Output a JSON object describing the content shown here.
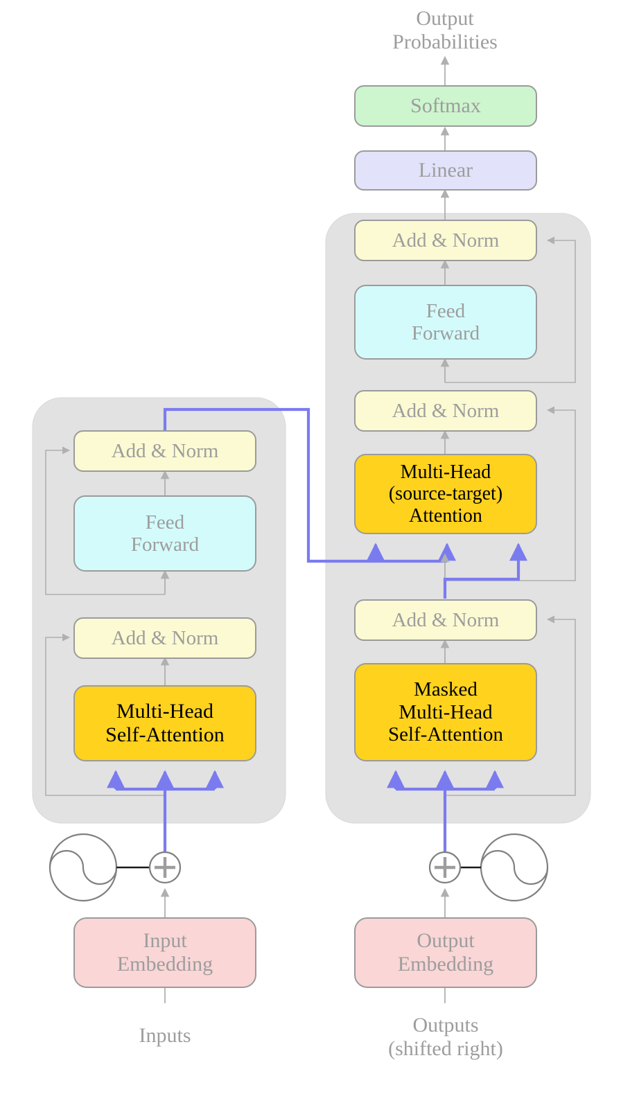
{
  "figure": {
    "title": "Transformer encoder-decoder architecture",
    "type": "diagram"
  },
  "colors": {
    "panel": "#e2e2e2",
    "panel_border": "#d2d2d2",
    "attention_fill": "#ffd21e",
    "addnorm_fill": "#fcfad2",
    "feedforward_fill": "#d4fbfb",
    "embedding_fill": "#fad6d6",
    "linear_fill": "#e2e2fa",
    "softmax_fill": "#cdf5ce",
    "box_border": "#9b9b9b",
    "gray_arrow": "#b0b0b0",
    "purple_arrow": "#7b7bf0",
    "gray_text": "#9d9d9d",
    "black_text": "#000000",
    "black_line": "#1a1a1a"
  },
  "labels": {
    "output_probabilities": "Output\nProbabilities",
    "inputs": "Inputs",
    "outputs_shifted": "Outputs\n(shifted right)"
  },
  "encoder": {
    "blocks": [
      {
        "id": "enc-add-norm-2",
        "label": "Add & Norm",
        "kind": "add-norm"
      },
      {
        "id": "enc-feed-forward",
        "label": "Feed\nForward",
        "kind": "feed-forward"
      },
      {
        "id": "enc-add-norm-1",
        "label": "Add & Norm",
        "kind": "add-norm"
      },
      {
        "id": "enc-self-attention",
        "label": "Multi-Head\nSelf-Attention",
        "kind": "attention"
      }
    ],
    "embedding": {
      "id": "input-embedding",
      "label": "Input\nEmbedding"
    },
    "positional_encoding": "positional-encoding-sine-icon",
    "sum_symbol": "⊕"
  },
  "decoder": {
    "blocks": [
      {
        "id": "dec-add-norm-3",
        "label": "Add & Norm",
        "kind": "add-norm"
      },
      {
        "id": "dec-feed-forward",
        "label": "Feed\nForward",
        "kind": "feed-forward"
      },
      {
        "id": "dec-add-norm-2",
        "label": "Add & Norm",
        "kind": "add-norm"
      },
      {
        "id": "dec-cross-attention",
        "label": "Multi-Head\n(source-target)\nAttention",
        "kind": "attention"
      },
      {
        "id": "dec-add-norm-1",
        "label": "Add & Norm",
        "kind": "add-norm"
      },
      {
        "id": "dec-masked-self-attention",
        "label": "Masked\nMulti-Head\nSelf-Attention",
        "kind": "attention"
      }
    ],
    "embedding": {
      "id": "output-embedding",
      "label": "Output\nEmbedding"
    },
    "head": [
      {
        "id": "linear",
        "label": "Linear"
      },
      {
        "id": "softmax",
        "label": "Softmax"
      }
    ],
    "positional_encoding": "positional-encoding-sine-icon",
    "sum_symbol": "⊕"
  }
}
